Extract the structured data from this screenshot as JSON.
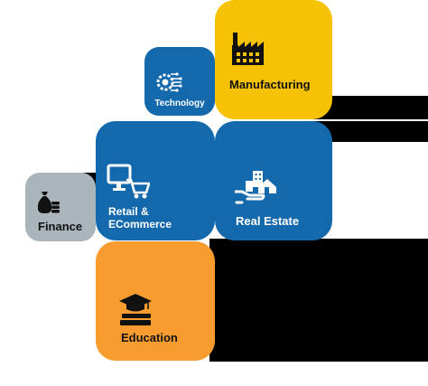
{
  "colors": {
    "blue": "#1469ad",
    "yellow": "#f7c204",
    "orange": "#f99c30",
    "grey": "#a9b4bb",
    "black": "#000000"
  },
  "tiles": [
    {
      "id": "technology",
      "label": "Technology",
      "icon": "chip-gear-icon",
      "color": "#1469ad"
    },
    {
      "id": "manufacturing",
      "label": "Manufacturing",
      "icon": "factory-icon",
      "color": "#f7c204"
    },
    {
      "id": "retail",
      "label_line1": "Retail &",
      "label_line2": "ECommerce",
      "icon": "monitor-cart-icon",
      "color": "#1469ad"
    },
    {
      "id": "real_estate",
      "label": "Real Estate",
      "icon": "hand-buildings-icon",
      "color": "#1469ad"
    },
    {
      "id": "finance",
      "label": "Finance",
      "icon": "money-bag-coins-icon",
      "color": "#a9b4bb"
    },
    {
      "id": "education",
      "label": "Education",
      "icon": "graduation-cap-books-icon",
      "color": "#f99c30"
    }
  ]
}
